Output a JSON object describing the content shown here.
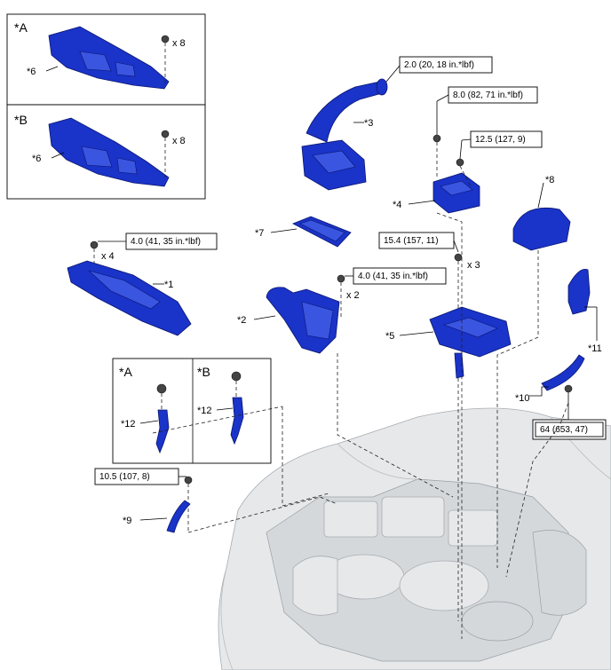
{
  "inset_top": {
    "letter": "*A",
    "part_label": "*6",
    "qty": "x 8"
  },
  "inset_mid": {
    "letter": "*B",
    "part_label": "*6",
    "qty": "x 8"
  },
  "inset_low": {
    "left_letter": "*A",
    "right_letter": "*B",
    "left_label": "*12",
    "right_label": "*12"
  },
  "torques": {
    "t1": "2.0 (20, 18 in.*lbf)",
    "t2": "8.0 (82, 71 in.*lbf)",
    "t3": "12.5 (127, 9)",
    "t4": "4.0 (41, 35 in.*lbf)",
    "t5": "15.4 (157, 11)",
    "t6": "4.0 (41, 35 in.*lbf)",
    "t7": "10.5 (107, 8)",
    "t8": "64 (653, 47)"
  },
  "quantities": {
    "q1": "x 4",
    "q2": "x 3",
    "q3": "x 2"
  },
  "parts": {
    "p1": "*1",
    "p2": "*2",
    "p3": "*3",
    "p4": "*4",
    "p5": "*5",
    "p7": "*7",
    "p8": "*8",
    "p9": "*9",
    "p10": "*10",
    "p11": "*11"
  },
  "colors": {
    "part_blue": "#1a33c8",
    "engine_gray": "#e6e8ea"
  }
}
